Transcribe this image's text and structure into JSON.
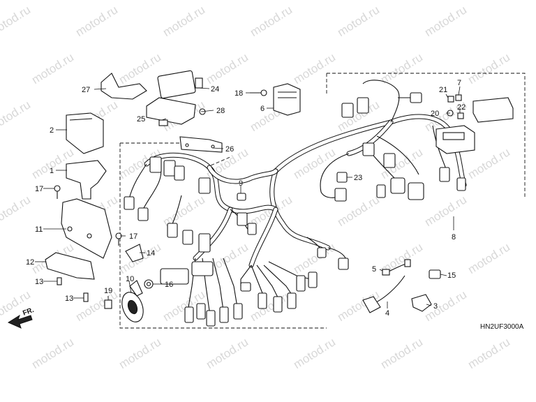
{
  "watermark_text": "motod.ru",
  "diagram_code": "HN2UF3000A",
  "front_label": "FR.",
  "callouts": {
    "c1": "1",
    "c2": "2",
    "c3": "3",
    "c4": "4",
    "c5": "5",
    "c6": "6",
    "c7": "7",
    "c8": "8",
    "c9": "9",
    "c10": "10",
    "c11": "11",
    "c12": "12",
    "c13a": "13",
    "c13b": "13",
    "c14": "14",
    "c15": "15",
    "c16": "16",
    "c17a": "17",
    "c17b": "17",
    "c18": "18",
    "c19": "19",
    "c20": "20",
    "c21": "21",
    "c22": "22",
    "c23": "23",
    "c24": "24",
    "c25": "25",
    "c26": "26",
    "c27": "27",
    "c28": "28"
  }
}
